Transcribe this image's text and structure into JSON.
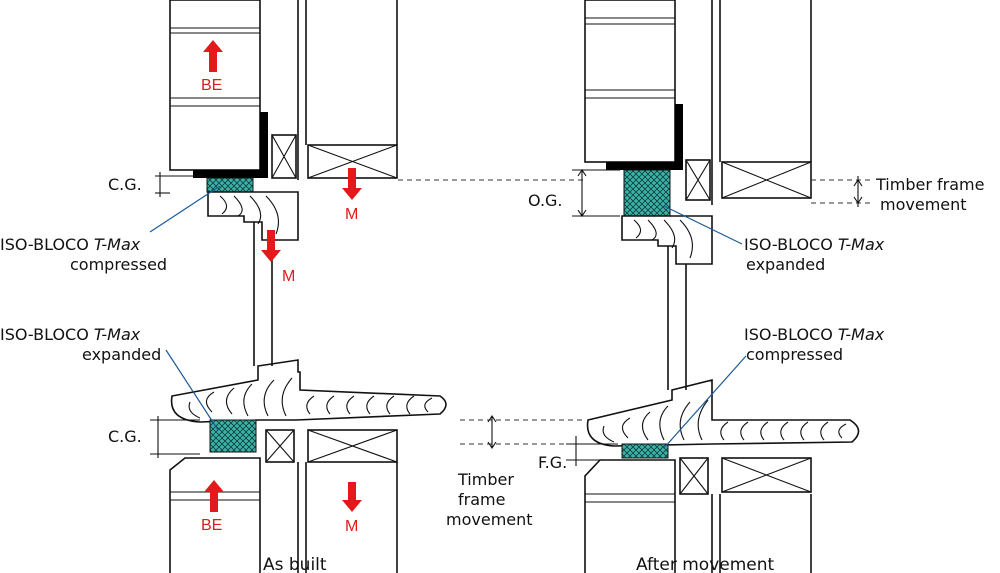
{
  "labels": {
    "cg_top": "C.G.",
    "cg_bottom": "C.G.",
    "og": "O.G.",
    "fg": "F.G.",
    "be": "BE",
    "m": "M",
    "timber_frame_movement_right_1": "Timber frame",
    "timber_frame_movement_right_2": "movement",
    "timber_center_1": "Timber",
    "timber_center_2": "frame",
    "timber_center_3": "movement"
  },
  "callouts": {
    "left_top": {
      "product": "ISO-BLOCO ",
      "product_italic": "T-Max",
      "state": "compressed"
    },
    "left_bottom": {
      "product": "ISO-BLOCO ",
      "product_italic": "T-Max",
      "state": "expanded"
    },
    "right_top": {
      "product": "ISO-BLOCO ",
      "product_italic": "T-Max",
      "state": "expanded"
    },
    "right_bottom": {
      "product": "ISO-BLOCO ",
      "product_italic": "T-Max",
      "state": "compressed"
    }
  },
  "captions": {
    "left": "As built",
    "right": "After movement"
  },
  "colors": {
    "arrow": "#e3191b",
    "tape": "#2aa39a",
    "leader": "#1a5a9a"
  }
}
